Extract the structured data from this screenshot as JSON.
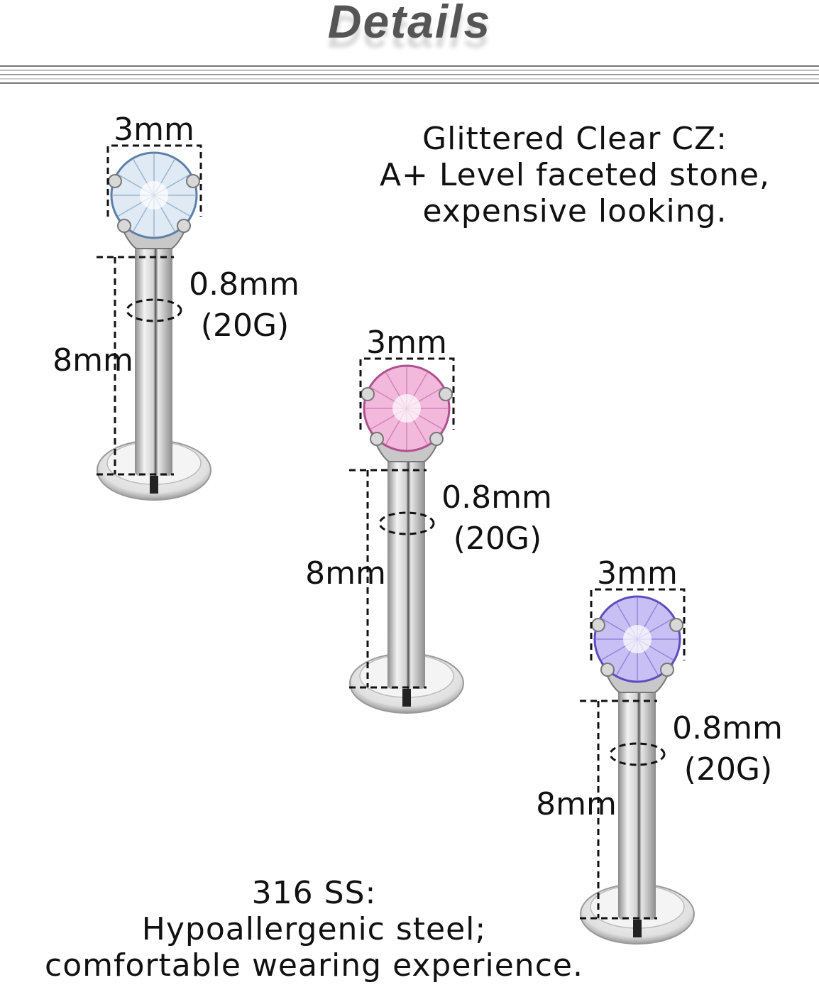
{
  "title": "Details",
  "stone_description": {
    "lines": [
      "Glittered Clear CZ:",
      "A+ Level faceted stone,",
      "expensive looking."
    ]
  },
  "material_description": {
    "lines": [
      "316 SS:",
      "Hypoallergenic steel;",
      "comfortable wearing experience."
    ]
  },
  "piercings": [
    {
      "stone_color": "clear",
      "stone_size": "3mm",
      "gauge_mm": "0.8mm",
      "gauge": "(20G)",
      "length": "8mm",
      "gem_hex": "#dfeaf5",
      "gem_dark_hex": "#5d7fa8"
    },
    {
      "stone_color": "pink",
      "stone_size": "3mm",
      "gauge_mm": "0.8mm",
      "gauge": "(20G)",
      "length": "8mm",
      "gem_hex": "#f2b9dc",
      "gem_dark_hex": "#b0508e"
    },
    {
      "stone_color": "lavender",
      "stone_size": "3mm",
      "gauge_mm": "0.8mm",
      "gauge": "(20G)",
      "length": "8mm",
      "gem_hex": "#c8c0f4",
      "gem_dark_hex": "#5c4cc0"
    }
  ]
}
